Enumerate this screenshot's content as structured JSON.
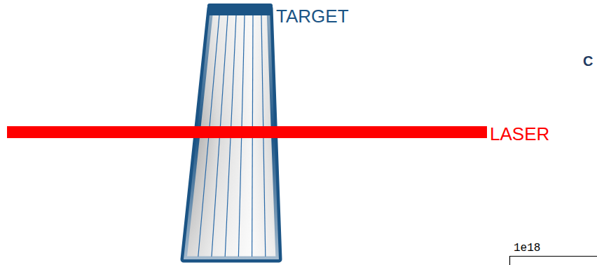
{
  "diagram": {
    "labels": [
      "TARGET",
      "LASER",
      "C",
      "1e18"
    ]
  }
}
